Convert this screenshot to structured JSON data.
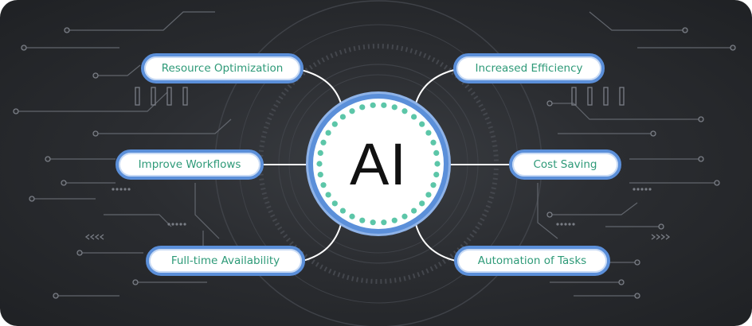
{
  "hub": {
    "label": "AI"
  },
  "benefits": [
    "Resource Optimization",
    "Increased Efficiency",
    "Improve Workflows",
    "Cost Saving",
    "Full-time Availability",
    "Automation of Tasks"
  ],
  "colors": {
    "background": "#2b2d31",
    "pill_border": "#5b8fd9",
    "pill_text": "#2e9a78",
    "hub_dots": "#5cc6a8",
    "connector": "#ffffff",
    "circuit_lines": "#6a6e75"
  }
}
